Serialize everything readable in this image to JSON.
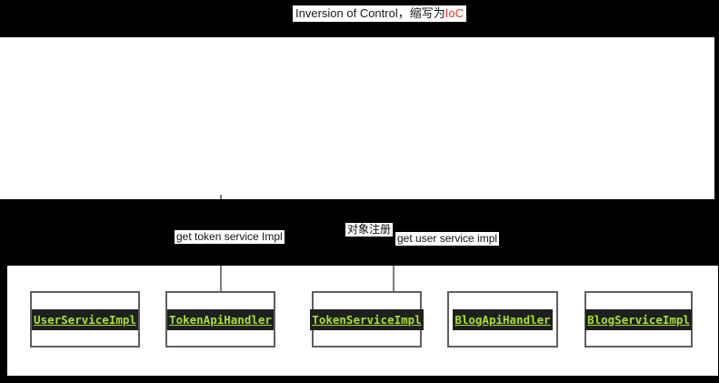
{
  "title": {
    "main_text": "Inversion of Control，缩写为",
    "highlight_text": "IoC"
  },
  "band_labels": {
    "get_token": "get token service Impl",
    "register": "对象注册",
    "get_user": "get user service impl"
  },
  "boxes": [
    {
      "label": "UserServiceImpl"
    },
    {
      "label": "TokenApiHandler"
    },
    {
      "label": "TokenServiceImpl"
    },
    {
      "label": "BlogApiHandler"
    },
    {
      "label": "BlogServiceImpl"
    }
  ],
  "colors": {
    "page_background": "#000000",
    "canvas_white": "#ffffff",
    "title_highlight_red": "#e8342c",
    "code_green": "#a6e22e",
    "code_chip_background": "#1f1f1f",
    "box_border_gray": "#5f5f5f",
    "connector_gray": "#7d7d7d"
  }
}
